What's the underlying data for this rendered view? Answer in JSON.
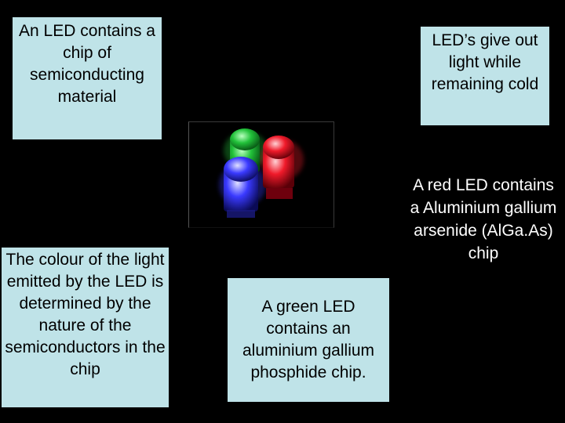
{
  "slide": {
    "box_top_left": "An LED contains a chip of semiconducting material",
    "box_top_right": "LED’s give out light while remaining cold",
    "box_bottom_left": "The colour of the light emitted by the LED is determined by the nature of the semiconductors in the chip",
    "box_bottom_middle": "A green LED contains an aluminium gallium phosphide chip.",
    "text_right": "A red LED contains a Aluminium gallium arsenide (AlGa.As) chip"
  },
  "photo": {
    "led_colors": [
      "#22c23a",
      "#f01a2a",
      "#3a3aff"
    ]
  },
  "colors": {
    "background": "#000000",
    "box_fill": "#bfe3e8"
  }
}
